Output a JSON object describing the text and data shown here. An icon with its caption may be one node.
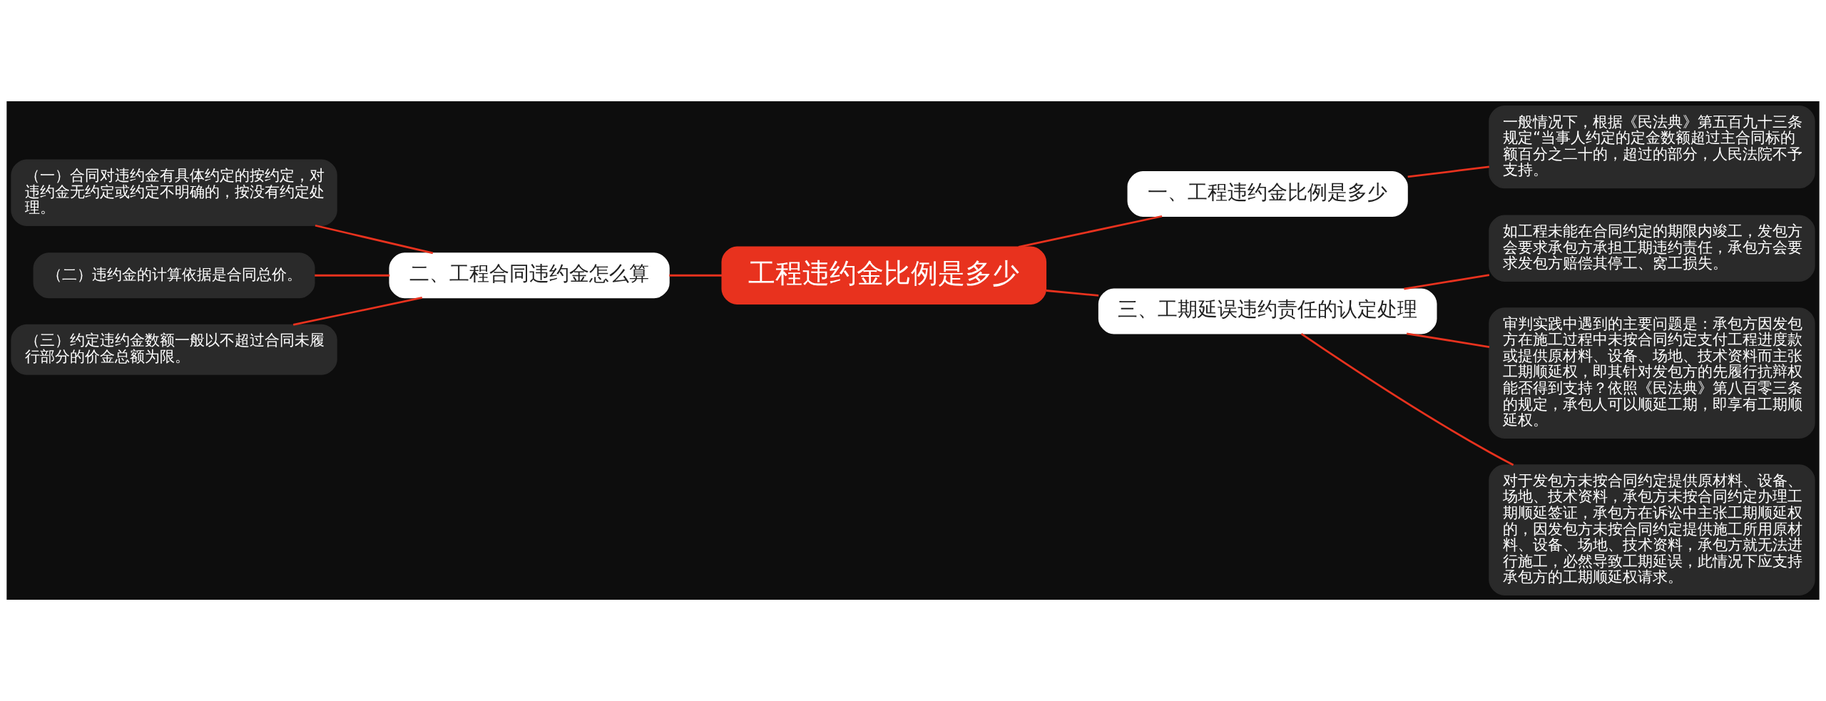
{
  "diagram": {
    "nodes": [
      {
        "text": [
          "工程违约金比例是多少"
        ]
      },
      {
        "text": [
          "一、工程违约金比例是多少"
        ]
      },
      {
        "text": [
          "一般情况下，根据《民法典》第五百九十三条规定“当事人约定的定金数额超过主合同标的额百分之二十的，超过的部分，人民法院不予支持。"
        ]
      },
      {
        "text": [
          "二、工程合同违约金怎么算"
        ]
      },
      {
        "text": [
          "（一）合同对违约金有具体约定的按约定，对违约金无约定或约定不明确的，按没有约定处理。"
        ]
      },
      {
        "text": [
          "（二）违约金的计算依据是合同总价。"
        ]
      },
      {
        "text": [
          "（三）约定违约金数额一般以不超过合同未履行部分的价金总额为限。"
        ]
      },
      {
        "text": [
          "三、工期延误违约责任的认定处理"
        ]
      },
      {
        "text": [
          "如工程未能在合同约定的期限内竣工，发包方会要求承包方承担工期违约责任，承包方会要求发包方赔偿其停工、窝工损失。"
        ]
      },
      {
        "text": [
          "审判实践中遇到的主要问题是：承包方因发包方在施工过程中未按合同约定支付工程进度款或提供原材料、设备、场地、技术资料而主张工期顺延权，即其针对发包方的先履行抗辩权能否得到支持？依照《民法典》第八百零三条的规定，承包人可以顺延工期，即享有工期顺延权。"
        ]
      },
      {
        "text": [
          "对于发包方未按合同约定提供原材料、设备、场地、技术资料，承包方未按合同约定办理工期顺延签证，承包方在诉讼中主张工期顺延权的，因发包方未按合同约定提供施工所用原材料、设备、场地、技术资料，承包方就无法进行施工，必然导致工期延误，此情况下应支持承包方的工期顺延权请求。"
        ]
      }
    ],
    "edges": [
      {
        "from": 0,
        "to": 1,
        "arrow": "none"
      },
      {
        "from": 1,
        "to": 2,
        "arrow": "none"
      },
      {
        "from": 0,
        "to": 3,
        "arrow": "none"
      },
      {
        "from": 3,
        "to": 4,
        "arrow": "none"
      },
      {
        "from": 3,
        "to": 5,
        "arrow": "none"
      },
      {
        "from": 3,
        "to": 6,
        "arrow": "none"
      },
      {
        "from": 0,
        "to": 7,
        "arrow": "none"
      },
      {
        "from": 7,
        "to": 8,
        "arrow": "none"
      },
      {
        "from": 7,
        "to": 9,
        "arrow": "none"
      },
      {
        "from": 7,
        "to": 10,
        "arrow": "none"
      }
    ]
  }
}
